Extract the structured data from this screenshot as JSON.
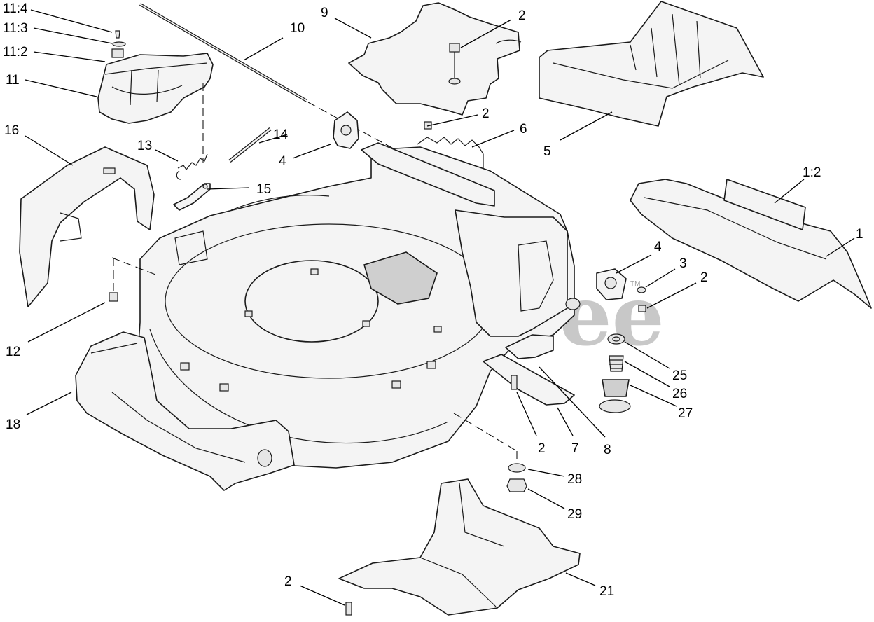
{
  "watermark": {
    "text": "PartsTree",
    "trademark": "TM"
  },
  "callouts": {
    "c11_4": "11:4",
    "c11_3": "11:3",
    "c11_2": "11:2",
    "c11": "11",
    "c16": "16",
    "c13": "13",
    "c14": "14",
    "c15": "15",
    "c10": "10",
    "c9": "9",
    "c2_top": "2",
    "c2_mid": "2",
    "c6": "6",
    "c4_left": "4",
    "c5": "5",
    "c1_2": "1:2",
    "c1": "1",
    "c4_right": "4",
    "c3": "3",
    "c2_right": "2",
    "c12": "12",
    "c25": "25",
    "c26": "26",
    "c27": "27",
    "c18": "18",
    "c2_lower": "2",
    "c7": "7",
    "c8": "8",
    "c28": "28",
    "c29": "29",
    "c2_bottom": "2",
    "c21": "21"
  }
}
